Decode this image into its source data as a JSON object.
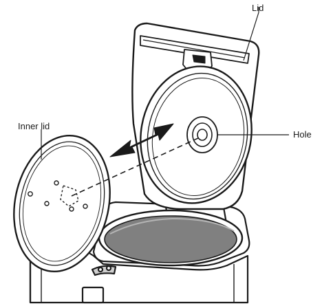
{
  "labels": {
    "lid": "Lid",
    "inner_lid": "Inner lid",
    "hole": "Hole"
  },
  "colors": {
    "line": "#1a1a1a",
    "pot_interior": "#808080",
    "arrow": "#1a1a1a",
    "background": "#ffffff"
  }
}
